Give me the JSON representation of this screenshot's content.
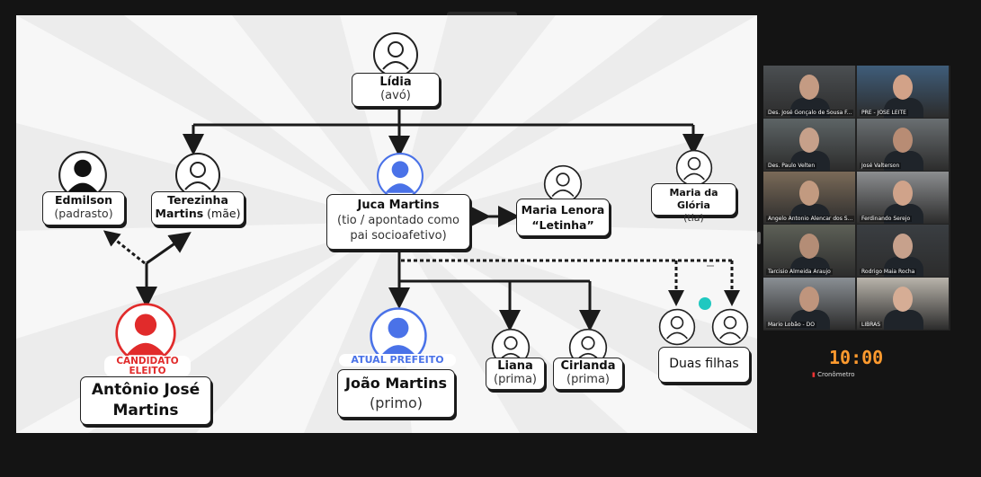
{
  "slide": {
    "lidia": {
      "name": "Lídia",
      "rel": "(avó)"
    },
    "edmilson": {
      "name": "Edmilson",
      "rel": "(padrasto)"
    },
    "terezinha": {
      "name_line1": "Terezinha",
      "name_line2": "Martins",
      "rel": "(mãe)"
    },
    "juca": {
      "name": "Juca Martins",
      "rel_line1": "(tio / apontado como",
      "rel_line2": "pai socioafetivo)"
    },
    "maria_lenora": {
      "name_line1": "Maria Lenora",
      "name_line2": "“Letinha”"
    },
    "maria_gloria": {
      "name": "Maria da Glória",
      "rel": "(tia)"
    },
    "candidato": {
      "tag_line1": "CANDIDATO",
      "tag_line2": "ELEITO",
      "name_line1": "Antônio José",
      "name_line2": "Martins"
    },
    "prefeito": {
      "tag": "ATUAL PREFEITO",
      "name": "João Martins",
      "rel": "(primo)"
    },
    "liana": {
      "name": "Liana",
      "rel": "(prima)"
    },
    "cirlanda": {
      "name": "Cirlanda",
      "rel": "(prima)"
    },
    "filhas": {
      "label": "Duas filhas"
    },
    "colors": {
      "red": "#e12b2b",
      "blue": "#4a72e8",
      "teal": "#1fc8c0",
      "dark": "#1a1a1a"
    }
  },
  "participants": [
    {
      "label": "Des. José Gonçalo de Sousa F...",
      "bg": "#4b4f52"
    },
    {
      "label": "PRE - JOSÉ LEITE",
      "bg": "#3f5d7a"
    },
    {
      "label": "Des. Paulo Velten",
      "bg": "#5d6466"
    },
    {
      "label": "José Valterson",
      "bg": "#6a6f72"
    },
    {
      "label": "Angelo Antonio Alencar dos S...",
      "bg": "#7a6a58"
    },
    {
      "label": "Ferdinando Serejo",
      "bg": "#8c8e90"
    },
    {
      "label": "Tarcisio Almeida Araujo",
      "bg": "#5d6057"
    },
    {
      "label": "Rodrigo Maia Rocha",
      "bg": "#3a3e42"
    },
    {
      "label": "Mario Lobão - DO",
      "bg": "#8a8f94"
    },
    {
      "label": "LIBRAS",
      "bg": "#b9b4ab"
    }
  ],
  "timer": {
    "value": "10:00",
    "label": "Cronômetro"
  }
}
